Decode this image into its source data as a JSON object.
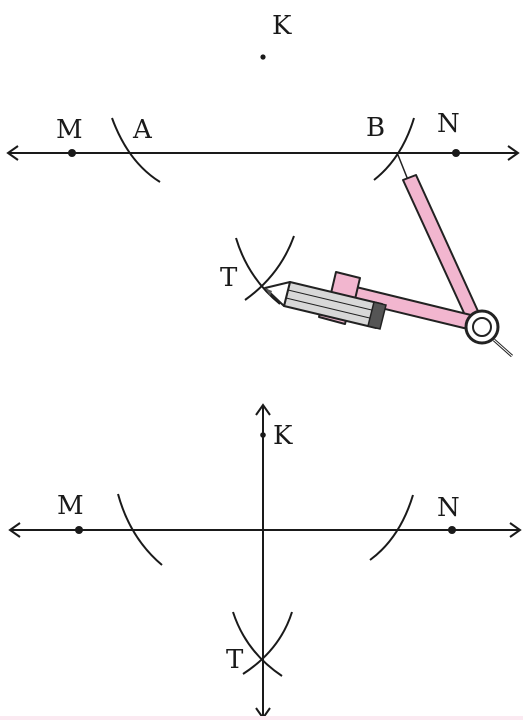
{
  "figure1": {
    "labels": {
      "k": "K",
      "m": "M",
      "a": "A",
      "b": "B",
      "n": "N",
      "t": "T"
    }
  },
  "figure2": {
    "labels": {
      "k": "K",
      "m": "M",
      "n": "N",
      "t": "T"
    }
  },
  "colors": {
    "ink": "#1a1a1a",
    "compass_pink": "#f2b6cf",
    "compass_outline": "#222222",
    "pencil_gray": "#d8d8d8",
    "pencil_lead": "#555555",
    "bottom_band": "#fbe9f1"
  },
  "icons": {
    "compass": "compass-icon",
    "pencil": "pencil-icon"
  }
}
